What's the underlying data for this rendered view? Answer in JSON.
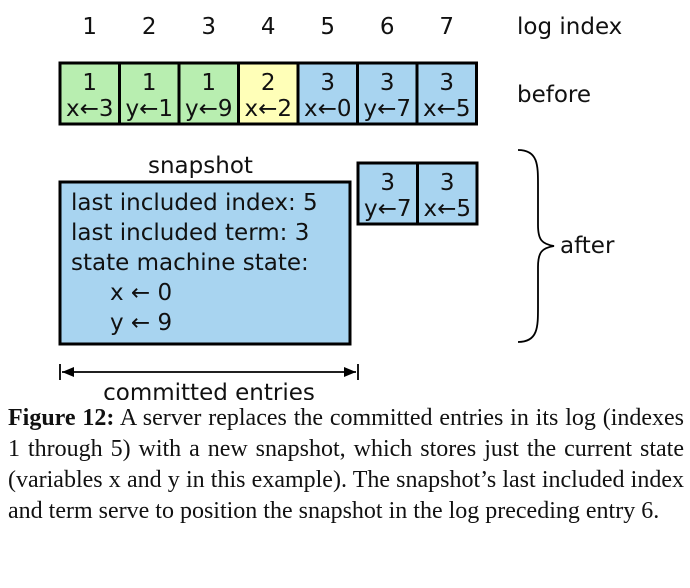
{
  "header": {
    "indexes": [
      "1",
      "2",
      "3",
      "4",
      "5",
      "6",
      "7"
    ],
    "label": "log index"
  },
  "before": {
    "label": "before",
    "entries": [
      {
        "term": "1",
        "cmd": "x←3",
        "color": "#b8eeb0"
      },
      {
        "term": "1",
        "cmd": "y←1",
        "color": "#b8eeb0"
      },
      {
        "term": "1",
        "cmd": "y←9",
        "color": "#b8eeb0"
      },
      {
        "term": "2",
        "cmd": "x←2",
        "color": "#ffffb8"
      },
      {
        "term": "3",
        "cmd": "x←0",
        "color": "#a8d4f0"
      },
      {
        "term": "3",
        "cmd": "y←7",
        "color": "#a8d4f0"
      },
      {
        "term": "3",
        "cmd": "x←5",
        "color": "#a8d4f0"
      }
    ]
  },
  "after": {
    "label": "after",
    "entries": [
      {
        "term": "3",
        "cmd": "y←7",
        "color": "#a8d4f0"
      },
      {
        "term": "3",
        "cmd": "x←5",
        "color": "#a8d4f0"
      }
    ]
  },
  "snapshot": {
    "title": "snapshot",
    "color": "#a8d4f0",
    "lines": [
      "last included index: 5",
      "last included term: 3",
      "state machine state:"
    ],
    "state": [
      "x ← 0",
      "y ← 9"
    ]
  },
  "committed_label": "committed entries",
  "caption": {
    "label": "Figure 12:",
    "text": "A server replaces the committed entries in its log (indexes 1 through 5) with a new snapshot, which stores just the current state (variables x and y in this example). The snapshot’s last included index and term serve to position the snapshot in the log preceding entry 6."
  }
}
